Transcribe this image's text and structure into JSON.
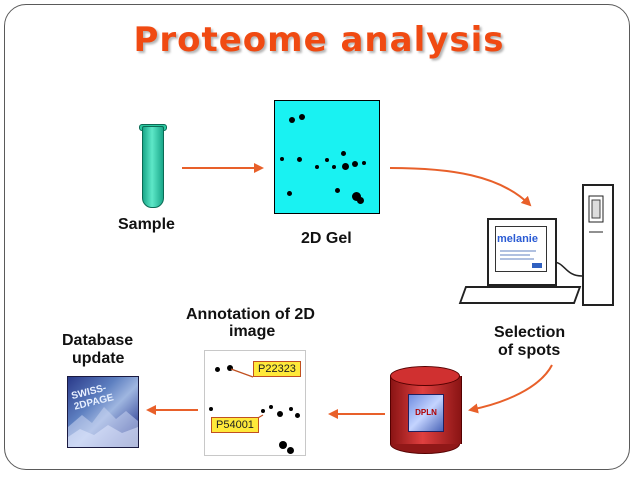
{
  "title": "Proteome analysis",
  "nodes": {
    "sample": "Sample",
    "gel": "2D Gel",
    "selection_line1": "Selection",
    "selection_line2": "of spots",
    "annotation_line1": "Annotation of 2D",
    "annotation_line2": "image",
    "database_line1": "Database",
    "database_line2": "update"
  },
  "protein_tags": [
    "P22323",
    "P54001"
  ],
  "software": {
    "melanie": "melanie",
    "swiss_2dpage": "SWISS-2DPAGE",
    "cylinder_label": "DPLN"
  },
  "colors": {
    "title": "#f04a12",
    "arrow": "#e8602a",
    "gel": "#19f2f2",
    "tag": "#ffe93a",
    "cylinder": "#c82828"
  }
}
